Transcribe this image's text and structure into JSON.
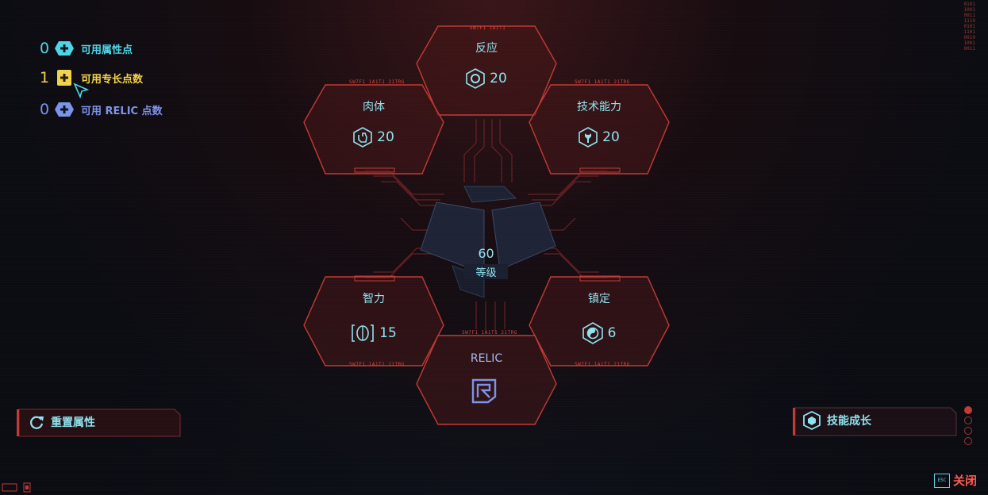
{
  "points": [
    {
      "count": "0",
      "label": "可用属性点",
      "color": "cyan"
    },
    {
      "count": "1",
      "label": "可用专长点数",
      "color": "yellow"
    },
    {
      "count": "0",
      "label": "可用 RELIC 点数",
      "color": "blue"
    }
  ],
  "attributes": {
    "reflexes": {
      "name": "反应",
      "value": "20",
      "icon": "reflexes-icon",
      "tag": "SW7F1 1A1T1"
    },
    "body": {
      "name": "肉体",
      "value": "20",
      "icon": "fist-icon",
      "tag": "SW7F1 1A1T1 21TRG"
    },
    "technical": {
      "name": "技术能力",
      "value": "20",
      "icon": "wrench-icon",
      "tag": "SW7F1 1A1T1 21TRG"
    },
    "intelligence": {
      "name": "智力",
      "value": "15",
      "icon": "brain-icon",
      "tag": "SW7F1 1A1T1 21TRG"
    },
    "cool": {
      "name": "镇定",
      "value": "6",
      "icon": "yin-yang-icon",
      "tag": "SW7F1 1A1T1 21TRG"
    },
    "relic": {
      "name": "RELIC",
      "icon": "relic-icon",
      "tag": "SW7F1 1A1T1 21TRG"
    }
  },
  "level": {
    "value": "60",
    "label": "等级"
  },
  "buttons": {
    "reset": "重置属性",
    "skills": "技能成长"
  },
  "close": {
    "key": "ESC",
    "label": "关闭"
  },
  "binary": [
    "0101",
    "1001",
    "0011",
    "1110",
    "0101",
    "",
    "",
    "",
    "1101",
    "0010",
    "1001",
    "0011"
  ],
  "colors": {
    "accent_red": "#d8453a",
    "cyan": "#8fe3ee",
    "yellow": "#f2d24b",
    "relic_blue": "#7d93e8"
  }
}
